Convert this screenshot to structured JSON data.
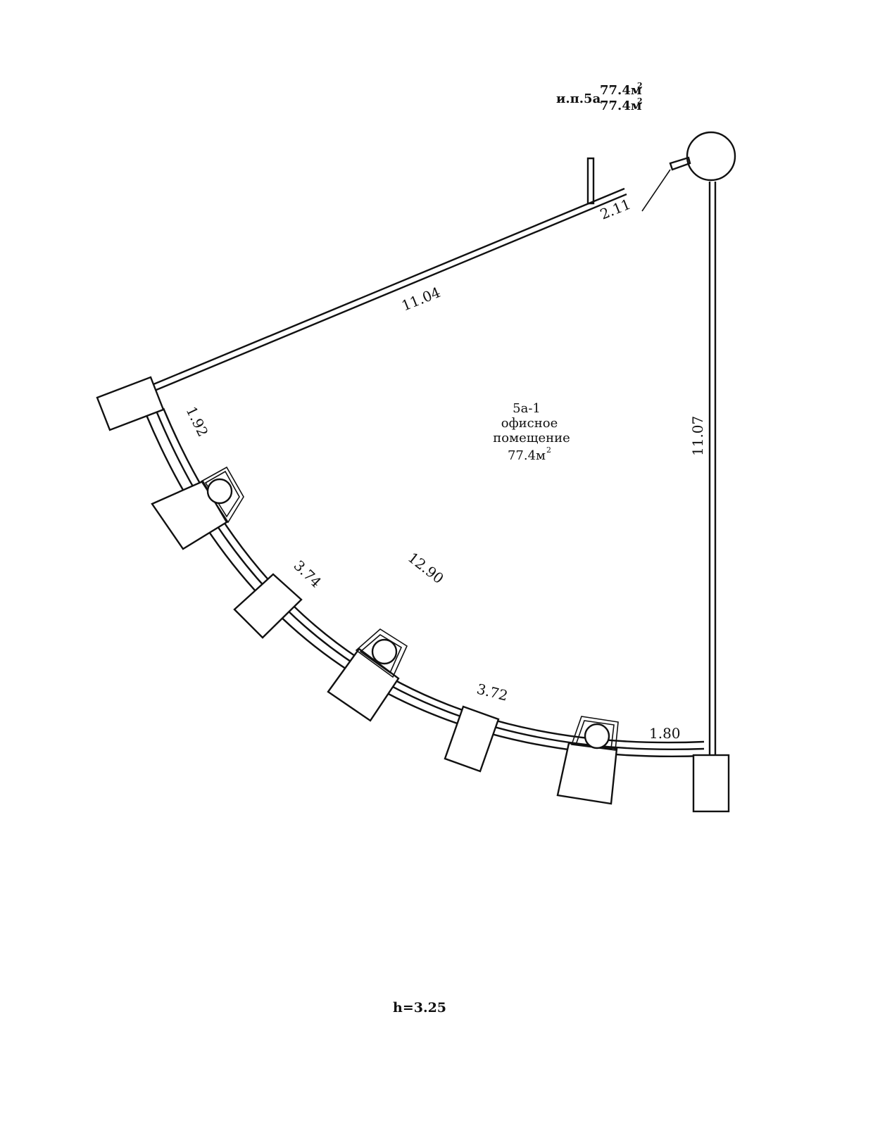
{
  "header": {
    "label": "и.п.5а",
    "area_total": "77.4м",
    "area_living": "77.4м",
    "sup": "2"
  },
  "room": {
    "number": "5а-1",
    "name_line1": "офисное",
    "name_line2": "помещение",
    "area": "77.4м",
    "sup": "2"
  },
  "dimensions": {
    "wall_top": "11.04",
    "opening": "2.11",
    "wall_right": "11.07",
    "seg_1": "1.92",
    "arc_total": "12.90",
    "seg_2": "3.74",
    "seg_3": "3.72",
    "seg_4": "1.80"
  },
  "height": "h=3.25"
}
